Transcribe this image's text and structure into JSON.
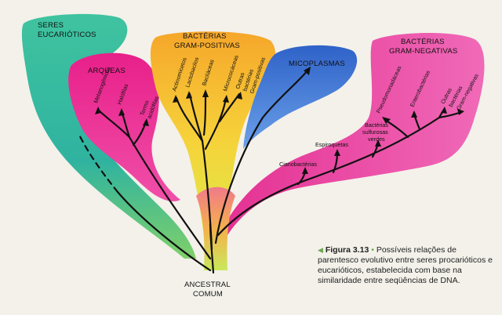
{
  "groups": {
    "eukaryotes": "SERES EUCARIÓTICOS",
    "archaea": "ARQUEAS",
    "gram_positive": "BACTÉRIAS GRAM-POSITIVAS",
    "mycoplasmas": "MICOPLASMAS",
    "gram_negative": "BACTÉRIAS GRAM-NEGATIVAS",
    "common_ancestor": "ANCESTRAL COMUM"
  },
  "archaea_leaves": [
    "Metanogênicas",
    "Halófilas",
    "Termo acidófilas"
  ],
  "gram_positive_leaves": [
    "Actinomicetos",
    "Lactobacilos",
    "Baciláceas",
    "Micrococáceas",
    "Outras bactérias Gram-positivas"
  ],
  "gram_negative_leaves": [
    "Cianobactérias",
    "Espiroquetas",
    "Bactérias sulfurosas verdes",
    "Pseudomonadáceas",
    "Enterobactérias",
    "Outras bactérias Gram-negativas"
  ],
  "caption": {
    "figure_label": "Figura 3.13",
    "text": "Possíveis relações de parentesco evolutivo entre seres procarióticos e eucarióticos, estabelecida com base na similaridade entre seqüências de DNA."
  }
}
